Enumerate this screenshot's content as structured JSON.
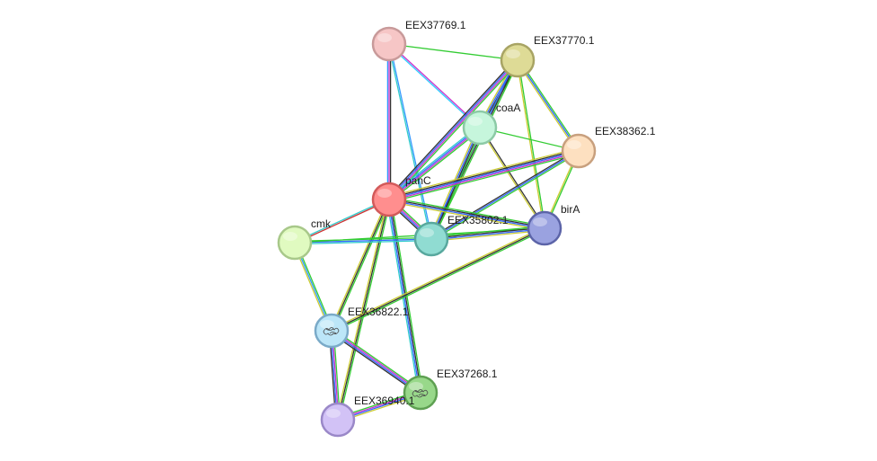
{
  "network": {
    "nodes": [
      {
        "id": "EEX37769.1",
        "label": "EEX37769.1",
        "fill": "#f6c6c6",
        "stroke": "#c89a9a"
      },
      {
        "id": "EEX37770.1",
        "label": "EEX37770.1",
        "fill": "#dedb96",
        "stroke": "#a8a464"
      },
      {
        "id": "coaA",
        "label": "coaA",
        "fill": "#c6f6dc",
        "stroke": "#8ccaa6"
      },
      {
        "id": "EEX38362.1",
        "label": "EEX38362.1",
        "fill": "#fde0c0",
        "stroke": "#c8a07e"
      },
      {
        "id": "panC",
        "label": "panC",
        "fill": "#ff8e8e",
        "stroke": "#d25a5a"
      },
      {
        "id": "birA",
        "label": "birA",
        "fill": "#9aa2e0",
        "stroke": "#5c64a8"
      },
      {
        "id": "EEX35802.1",
        "label": "EEX35802.1",
        "fill": "#90dcd2",
        "stroke": "#58a89e"
      },
      {
        "id": "cmk",
        "label": "cmk",
        "fill": "#e0fac0",
        "stroke": "#a8c88a"
      },
      {
        "id": "EEX36822.1",
        "label": "EEX36822.1",
        "fill": "#bce6f8",
        "stroke": "#7aaac8",
        "structure_icon": true
      },
      {
        "id": "EEX37268.1",
        "label": "EEX37268.1",
        "fill": "#98d88a",
        "stroke": "#5ea052",
        "structure_icon": true
      },
      {
        "id": "EEX36940.1",
        "label": "EEX36940.1",
        "fill": "#d2c2f6",
        "stroke": "#9a88c8"
      }
    ],
    "edges": [
      {
        "source": "EEX37769.1",
        "target": "EEX37770.1",
        "colors": [
          "#33cc33"
        ]
      },
      {
        "source": "EEX37769.1",
        "target": "panC",
        "colors": [
          "#333333",
          "#cc33cc",
          "#3399ff"
        ]
      },
      {
        "source": "EEX37769.1",
        "target": "coaA",
        "colors": [
          "#cc33cc",
          "#33ccff"
        ]
      },
      {
        "source": "EEX37769.1",
        "target": "EEX35802.1",
        "colors": [
          "#3399ff",
          "#33cccc"
        ]
      },
      {
        "source": "EEX37770.1",
        "target": "coaA",
        "colors": [
          "#33cc33",
          "#333333",
          "#3366ff",
          "#cccc33"
        ]
      },
      {
        "source": "EEX37770.1",
        "target": "EEX38362.1",
        "colors": [
          "#33cc33",
          "#3366ff",
          "#cccc33"
        ]
      },
      {
        "source": "EEX37770.1",
        "target": "panC",
        "colors": [
          "#33cc33",
          "#cc33cc",
          "#3366ff",
          "#333333"
        ]
      },
      {
        "source": "EEX37770.1",
        "target": "EEX35802.1",
        "colors": [
          "#33cc33",
          "#333333",
          "#3366ff"
        ]
      },
      {
        "source": "EEX37770.1",
        "target": "birA",
        "colors": [
          "#33cc33",
          "#cccc33"
        ]
      },
      {
        "source": "coaA",
        "target": "panC",
        "colors": [
          "#33cc33",
          "#cc33cc",
          "#3366ff",
          "#33cccc"
        ]
      },
      {
        "source": "coaA",
        "target": "EEX35802.1",
        "colors": [
          "#33cc33",
          "#333333",
          "#3366ff",
          "#cccc33"
        ]
      },
      {
        "source": "coaA",
        "target": "birA",
        "colors": [
          "#333333",
          "#cccc33"
        ]
      },
      {
        "source": "coaA",
        "target": "EEX38362.1",
        "colors": [
          "#33cc33"
        ]
      },
      {
        "source": "EEX38362.1",
        "target": "panC",
        "colors": [
          "#33cc33",
          "#cc33cc",
          "#3366ff",
          "#333333",
          "#cccc33"
        ]
      },
      {
        "source": "EEX38362.1",
        "target": "EEX35802.1",
        "colors": [
          "#33cc33",
          "#3366ff",
          "#333333"
        ]
      },
      {
        "source": "EEX38362.1",
        "target": "birA",
        "colors": [
          "#33cc33",
          "#cccc33"
        ]
      },
      {
        "source": "panC",
        "target": "EEX35802.1",
        "colors": [
          "#33cc33",
          "#cc33cc",
          "#3366ff",
          "#333333"
        ]
      },
      {
        "source": "panC",
        "target": "birA",
        "colors": [
          "#33cc33",
          "#333333",
          "#3366ff",
          "#cccc33"
        ]
      },
      {
        "source": "panC",
        "target": "cmk",
        "colors": [
          "#cc3333",
          "#33cccc"
        ]
      },
      {
        "source": "panC",
        "target": "EEX36822.1",
        "colors": [
          "#33cc33",
          "#333333",
          "#cccc33"
        ]
      },
      {
        "source": "panC",
        "target": "EEX37268.1",
        "colors": [
          "#33cc33",
          "#333333",
          "#3366ff",
          "#33cccc"
        ]
      },
      {
        "source": "panC",
        "target": "EEX36940.1",
        "colors": [
          "#33cc33",
          "#333333",
          "#cccc33"
        ]
      },
      {
        "source": "cmk",
        "target": "EEX35802.1",
        "colors": [
          "#33cc33",
          "#3366ff",
          "#33cccc"
        ]
      },
      {
        "source": "cmk",
        "target": "birA",
        "colors": [
          "#33cc33"
        ]
      },
      {
        "source": "cmk",
        "target": "EEX36822.1",
        "colors": [
          "#33cc33",
          "#3399ff",
          "#cccc33"
        ]
      },
      {
        "source": "EEX35802.1",
        "target": "birA",
        "colors": [
          "#33cc33",
          "#333333",
          "#3366ff",
          "#cccc33"
        ]
      },
      {
        "source": "birA",
        "target": "EEX36822.1",
        "colors": [
          "#33cc33",
          "#333333",
          "#cccc33"
        ]
      },
      {
        "source": "EEX36822.1",
        "target": "EEX37268.1",
        "colors": [
          "#33cc33",
          "#cc33cc",
          "#3366ff",
          "#333333"
        ]
      },
      {
        "source": "EEX36822.1",
        "target": "EEX36940.1",
        "colors": [
          "#33cc33",
          "#cc33cc",
          "#3366ff",
          "#333333"
        ]
      },
      {
        "source": "EEX36940.1",
        "target": "EEX37268.1",
        "colors": [
          "#33cc33",
          "#cc33cc",
          "#3366ff",
          "#cccc33"
        ]
      }
    ]
  }
}
